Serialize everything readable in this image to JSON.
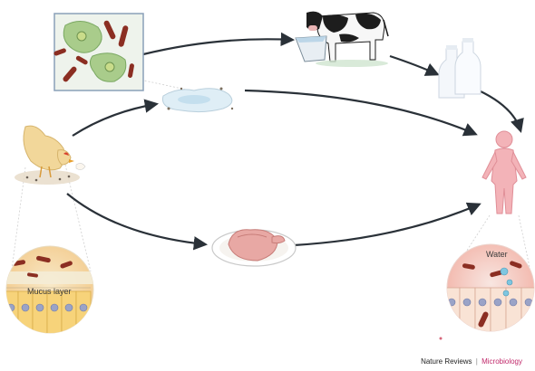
{
  "labels": {
    "mucus_layer": "Mucus layer",
    "water": "Water"
  },
  "credit": {
    "journal": "Nature Reviews",
    "separator": "|",
    "section": "Microbiology"
  },
  "colors": {
    "arrow": "#2a3138",
    "skin": "#f3b3b8",
    "chicken": "#f2d79a",
    "cow_black": "#1d1d1d",
    "amoeba": "#a9cc8b",
    "bacteria": "#8b2e22",
    "epithelium": "#f7d37a",
    "nucleus": "#9aa3c7"
  }
}
